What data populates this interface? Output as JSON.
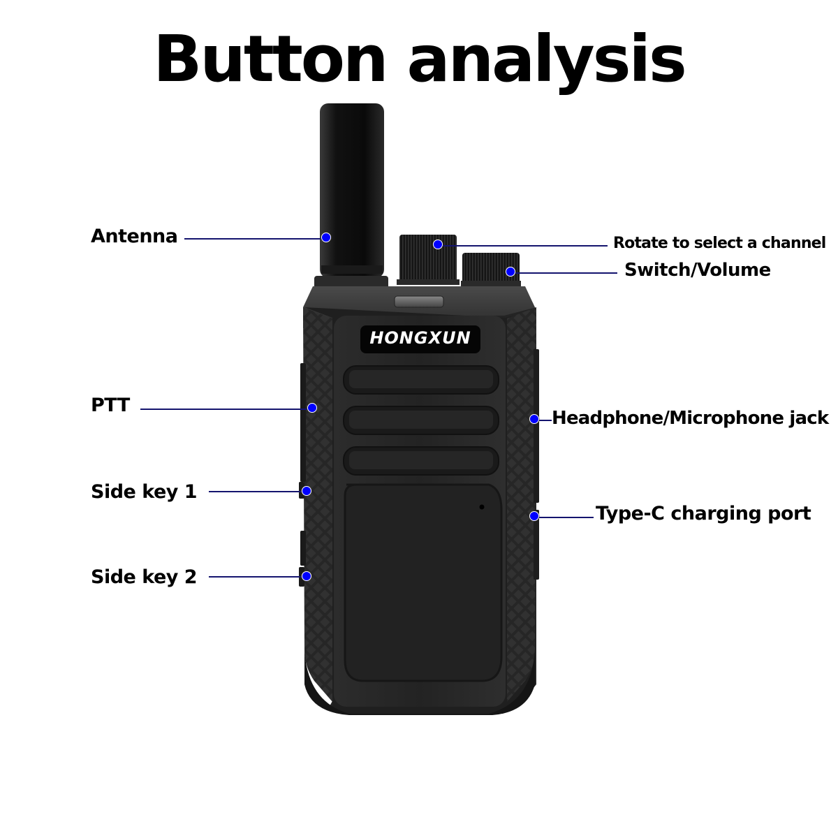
{
  "title": "Button analysis",
  "device": {
    "brand_logo": "HONGXUN",
    "colors": {
      "body": "#1e1e1e",
      "grip": "#2a2a2a",
      "callout_dot": "#0000ff",
      "callout_line": "#14146e"
    }
  },
  "callouts": {
    "antenna": {
      "label": "Antenna"
    },
    "channel_knob": {
      "label": "Rotate to select a channel"
    },
    "volume_knob": {
      "label": "Switch/Volume"
    },
    "ptt": {
      "label": "PTT"
    },
    "side_key_1": {
      "label": "Side key 1"
    },
    "side_key_2": {
      "label": "Side key 2"
    },
    "headphone_jack": {
      "label": "Headphone/Microphone jack"
    },
    "type_c_port": {
      "label": "Type-C charging port"
    }
  }
}
